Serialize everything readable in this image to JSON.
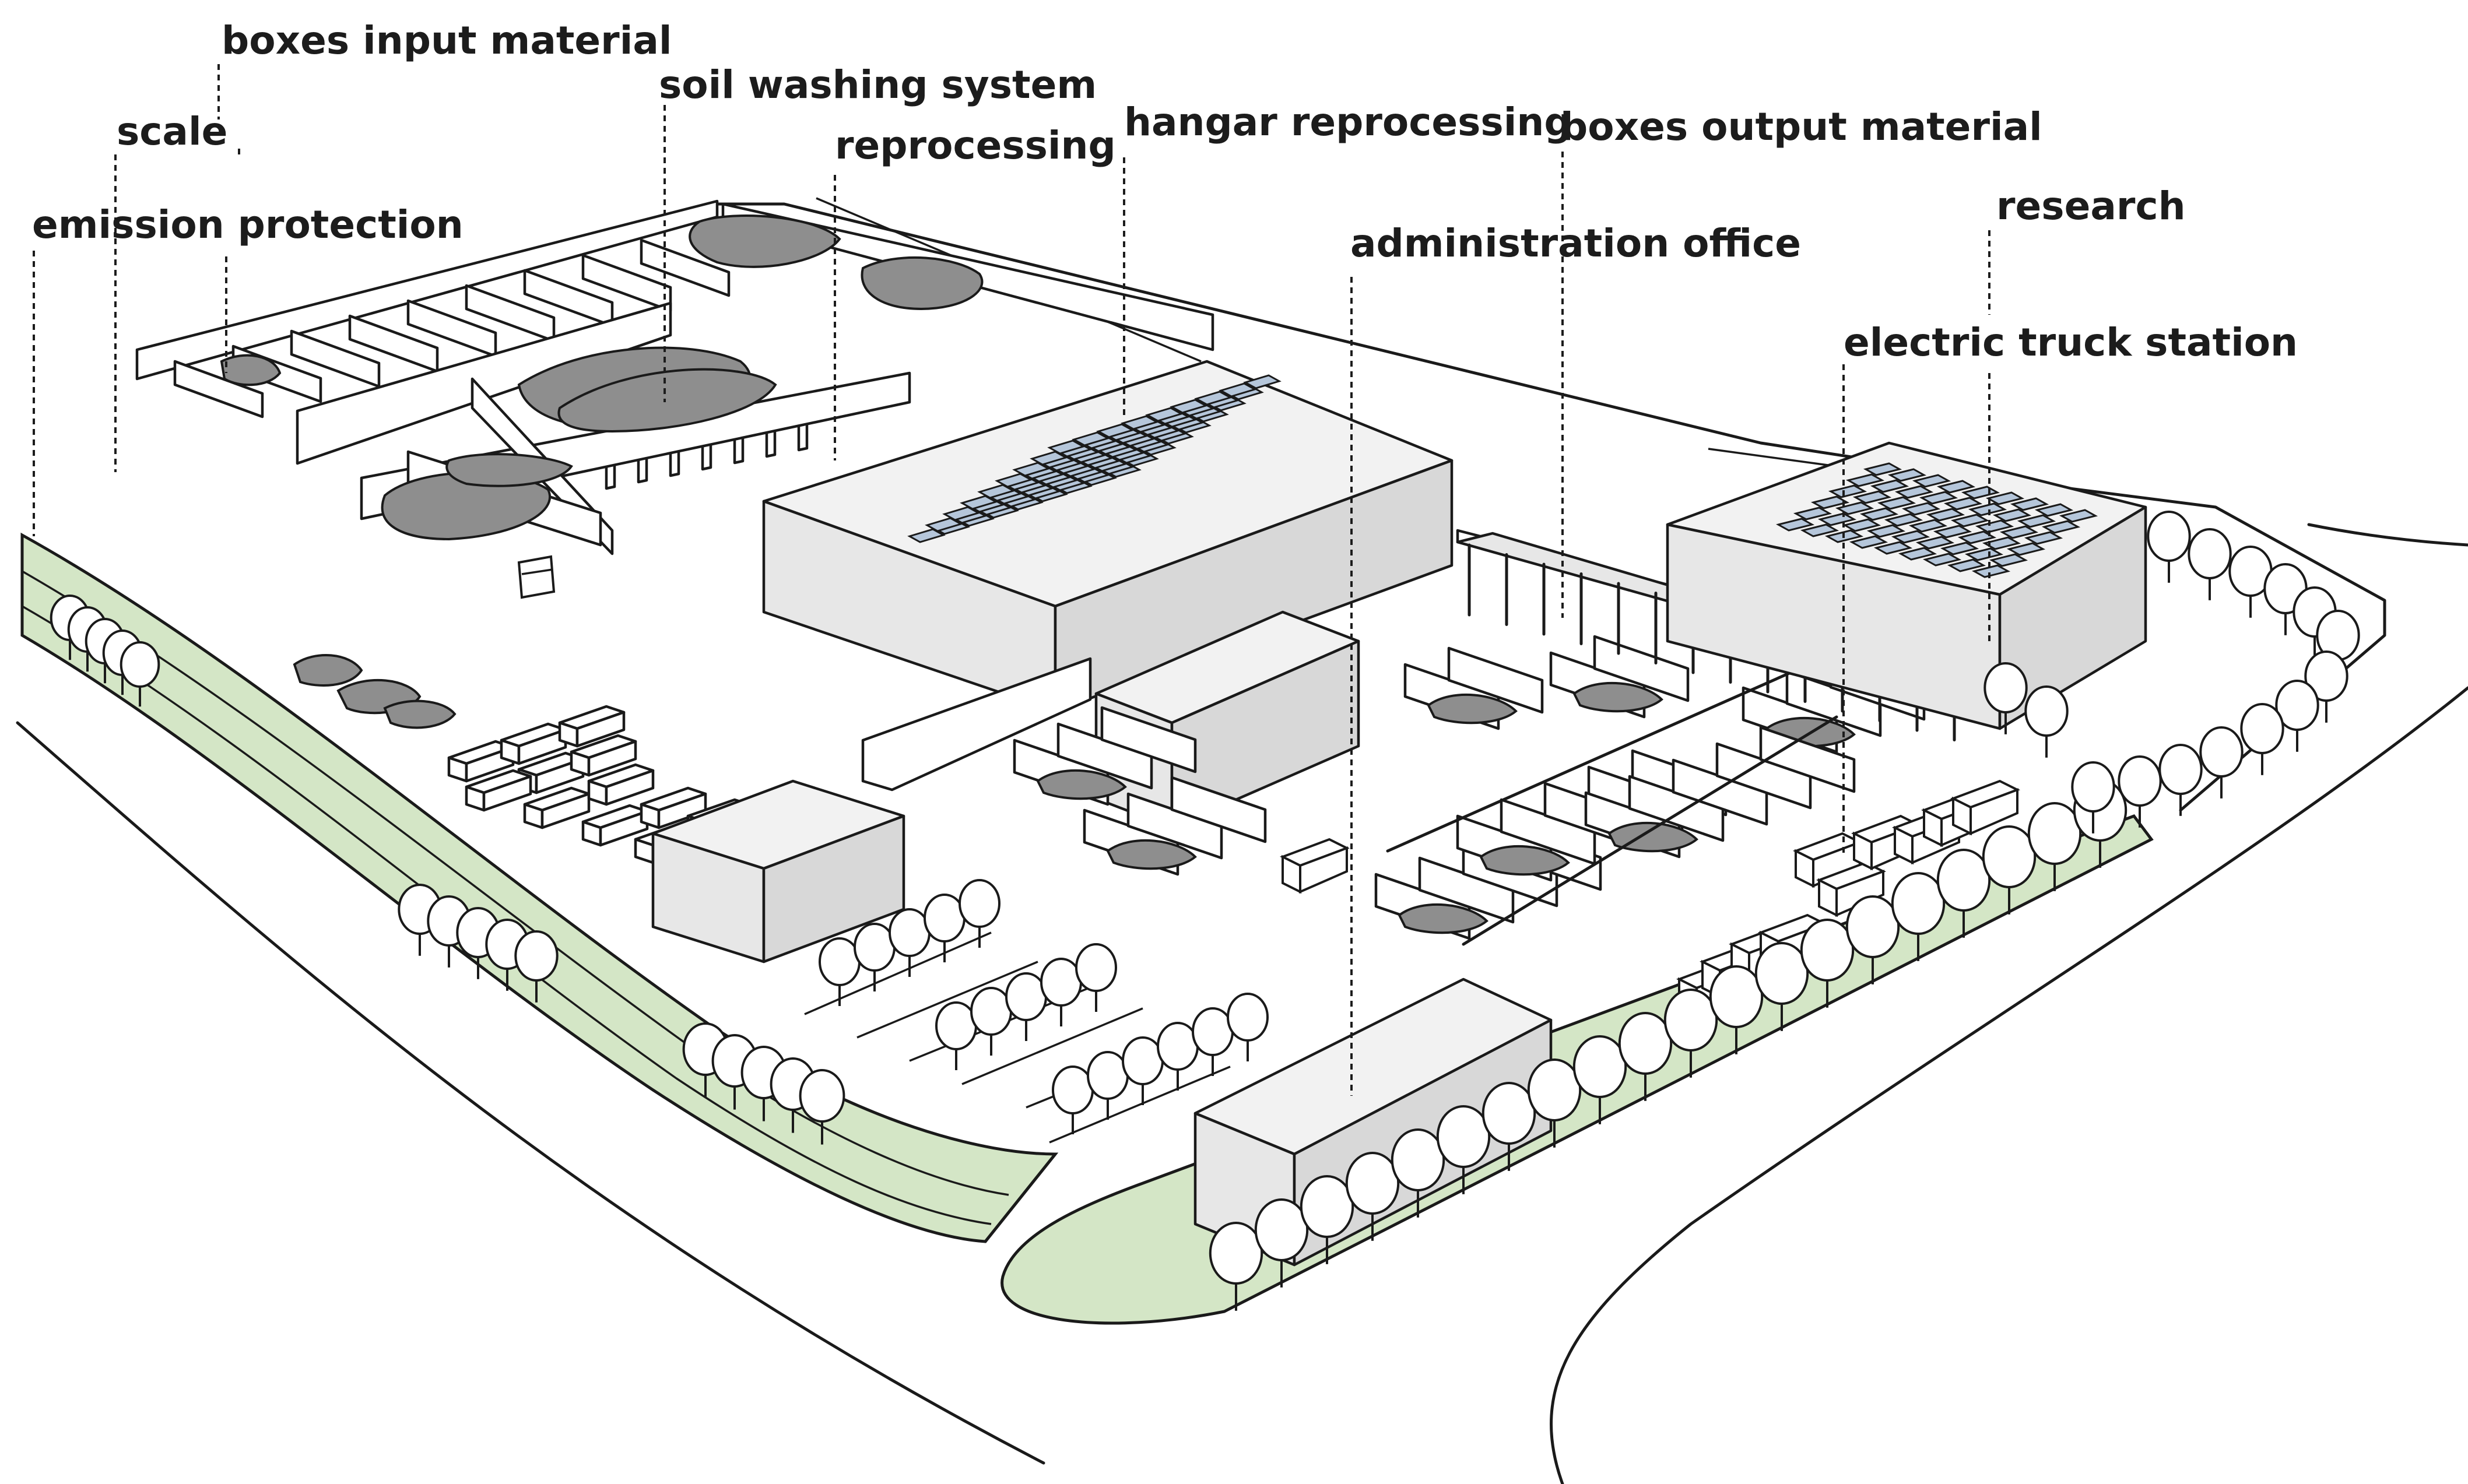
{
  "labels": {
    "boxes_input_material": "boxes input material",
    "scale": "scale",
    "emission_protection": "emission protection",
    "soil_washing_system": "soil washing system",
    "reprocessing": "reprocessing",
    "hangar_reprocessing": "hangar reprocessing",
    "boxes_output_material": "boxes output material",
    "administration_office": "administration office",
    "research": "research",
    "electric_truck_station": "electric truck station"
  },
  "colors": {
    "grass": "#d4e6c6",
    "building": "#e7e7e7",
    "solar_panel": "#b5c6da",
    "material_pile": "#8e8e8e",
    "outline": "#1a1a1a"
  }
}
